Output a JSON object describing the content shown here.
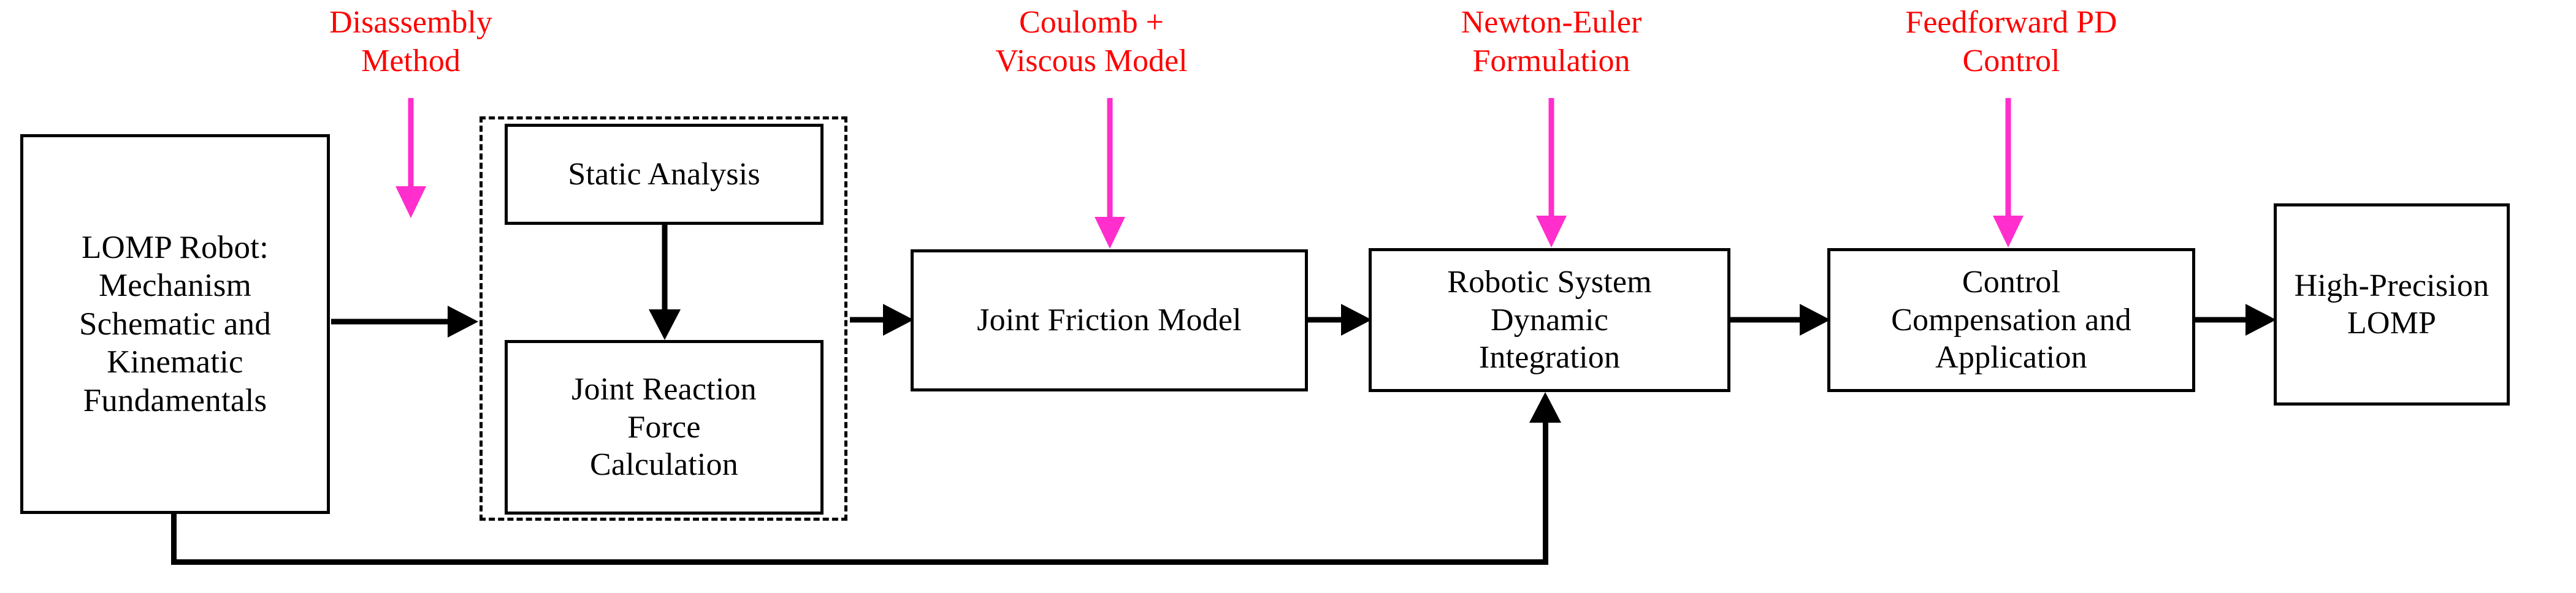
{
  "diagram": {
    "title": "LOMP Robot Dynamic Modeling and Control Methodology Flowchart",
    "type": "process-flowchart",
    "colors": {
      "box_border": "#000000",
      "box_fill": "#ffffff",
      "text": "#000000",
      "annotation_text": "#ff0000",
      "annotation_arrow": "#ff2ecc",
      "connector": "#000000",
      "background": "#ffffff"
    }
  },
  "nodes": [
    {
      "id": "lomp-robot",
      "label": "LOMP Robot:\nMechanism\nSchematic and\nKinematic\nFundamentals"
    },
    {
      "id": "static-analysis",
      "label": "Static Analysis"
    },
    {
      "id": "joint-reaction",
      "label": "Joint Reaction\nForce\nCalculation"
    },
    {
      "id": "joint-friction",
      "label": "Joint Friction Model"
    },
    {
      "id": "dynamic-integration",
      "label": "Robotic System\nDynamic\nIntegration"
    },
    {
      "id": "control-comp",
      "label": "Control\nCompensation and\nApplication"
    },
    {
      "id": "high-precision",
      "label": "High-Precision\nLOMP"
    }
  ],
  "group": {
    "id": "disassembly-group",
    "style": "dashed",
    "members": [
      "static-analysis",
      "joint-reaction"
    ]
  },
  "annotations": [
    {
      "id": "ann-disassembly",
      "label": "Disassembly\nMethod",
      "targets": "disassembly-group"
    },
    {
      "id": "ann-coulomb",
      "label": "Coulomb +\nViscous Model",
      "targets": "joint-friction"
    },
    {
      "id": "ann-newton",
      "label": "Newton-Euler\nFormulation",
      "targets": "dynamic-integration"
    },
    {
      "id": "ann-pd",
      "label": "Feedforward PD\nControl",
      "targets": "control-comp"
    }
  ],
  "edges": [
    {
      "from": "lomp-robot",
      "to": "disassembly-group",
      "kind": "solid-arrow",
      "direction": "right"
    },
    {
      "from": "static-analysis",
      "to": "joint-reaction",
      "kind": "solid-arrow",
      "direction": "down"
    },
    {
      "from": "disassembly-group",
      "to": "joint-friction",
      "kind": "solid-arrow",
      "direction": "right"
    },
    {
      "from": "joint-friction",
      "to": "dynamic-integration",
      "kind": "solid-arrow",
      "direction": "right"
    },
    {
      "from": "dynamic-integration",
      "to": "control-comp",
      "kind": "solid-arrow",
      "direction": "right"
    },
    {
      "from": "control-comp",
      "to": "high-precision",
      "kind": "solid-arrow",
      "direction": "right"
    },
    {
      "from": "lomp-robot",
      "to": "dynamic-integration",
      "kind": "feedback-loop",
      "direction": "up"
    }
  ]
}
